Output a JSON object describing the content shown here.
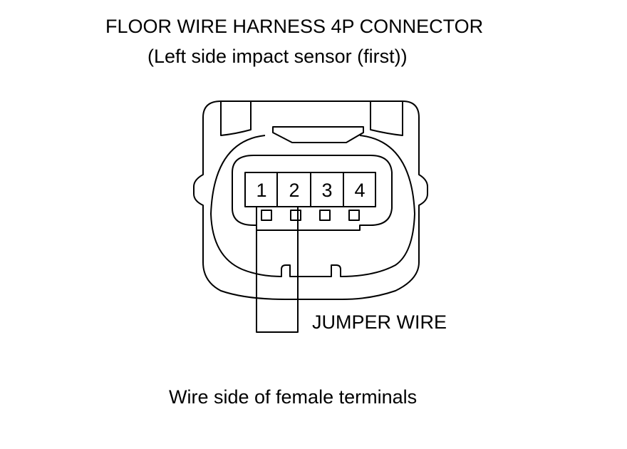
{
  "diagram": {
    "title": "FLOOR WIRE HARNESS 4P CONNECTOR",
    "subtitle": "(Left side impact sensor (first))",
    "pins": [
      {
        "number": "1"
      },
      {
        "number": "2"
      },
      {
        "number": "3"
      },
      {
        "number": "4"
      }
    ],
    "jumper_label": "JUMPER WIRE",
    "caption": "Wire side of female terminals"
  }
}
